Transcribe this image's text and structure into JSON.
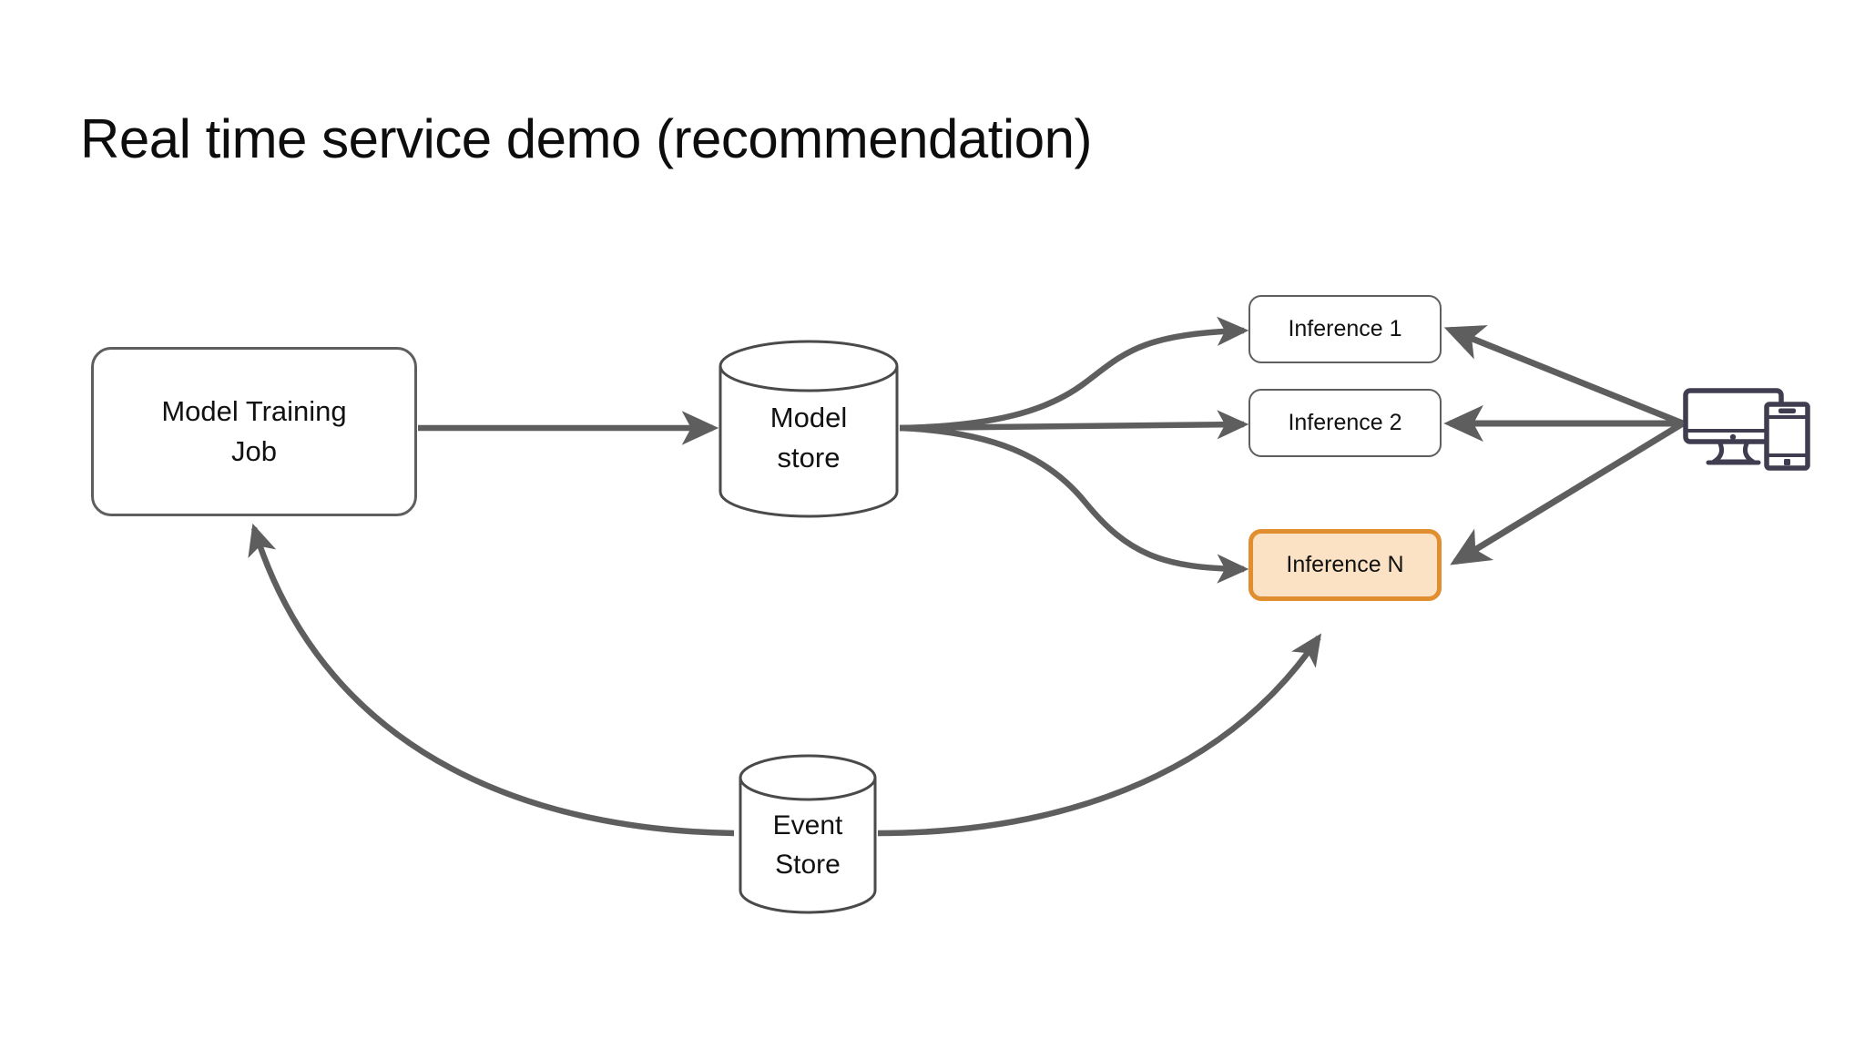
{
  "slide": {
    "title": "Real time service demo (recommendation)",
    "background_color": "#ffffff"
  },
  "theme": {
    "stroke_color": "#5e5e5e",
    "text_color": "#111111",
    "title_color": "#0d0d0d",
    "highlight_border": "#e08e30",
    "highlight_fill": "#fbe2c4",
    "device_icon_color": "#3f3d4f",
    "cylinder_stroke": "#4a4a4a"
  },
  "diagram": {
    "type": "architecture-flow",
    "nodes": [
      {
        "id": "model-training-job",
        "label": "Model Training Job",
        "shape": "rounded-rect",
        "highlighted": false
      },
      {
        "id": "model-store",
        "label": "Model store",
        "shape": "cylinder",
        "highlighted": false
      },
      {
        "id": "inference-1",
        "label": "Inference 1",
        "shape": "rounded-rect",
        "highlighted": false
      },
      {
        "id": "inference-2",
        "label": "Inference 2",
        "shape": "rounded-rect",
        "highlighted": false
      },
      {
        "id": "inference-n",
        "label": "Inference N",
        "shape": "rounded-rect",
        "highlighted": true
      },
      {
        "id": "event-store",
        "label": "Event Store",
        "shape": "cylinder",
        "highlighted": false
      },
      {
        "id": "client-devices",
        "label": "",
        "shape": "icon",
        "icon": "desktop-and-phone-icon",
        "highlighted": false
      }
    ],
    "edges": [
      {
        "from": "model-training-job",
        "to": "model-store",
        "style": "straight",
        "arrow": "end"
      },
      {
        "from": "model-store",
        "to": "inference-1",
        "style": "curved",
        "arrow": "end"
      },
      {
        "from": "model-store",
        "to": "inference-2",
        "style": "straight",
        "arrow": "end"
      },
      {
        "from": "model-store",
        "to": "inference-n",
        "style": "curved",
        "arrow": "end"
      },
      {
        "from": "client-devices",
        "to": "inference-1",
        "style": "straight",
        "arrow": "end"
      },
      {
        "from": "client-devices",
        "to": "inference-2",
        "style": "straight",
        "arrow": "end"
      },
      {
        "from": "client-devices",
        "to": "inference-n",
        "style": "straight",
        "arrow": "end"
      },
      {
        "from": "event-store",
        "to": "inference-n",
        "style": "curved",
        "arrow": "end"
      },
      {
        "from": "event-store",
        "to": "model-training-job",
        "style": "curved",
        "arrow": "end"
      }
    ]
  },
  "labels": {
    "model_training_line1": "Model Training",
    "model_training_line2": "Job",
    "model_store_line1": "Model",
    "model_store_line2": "store",
    "event_store_line1": "Event",
    "event_store_line2": "Store",
    "inference_1": "Inference 1",
    "inference_2": "Inference 2",
    "inference_n": "Inference N"
  },
  "icons": {
    "desktop": "monitor-icon",
    "phone": "smartphone-icon"
  }
}
